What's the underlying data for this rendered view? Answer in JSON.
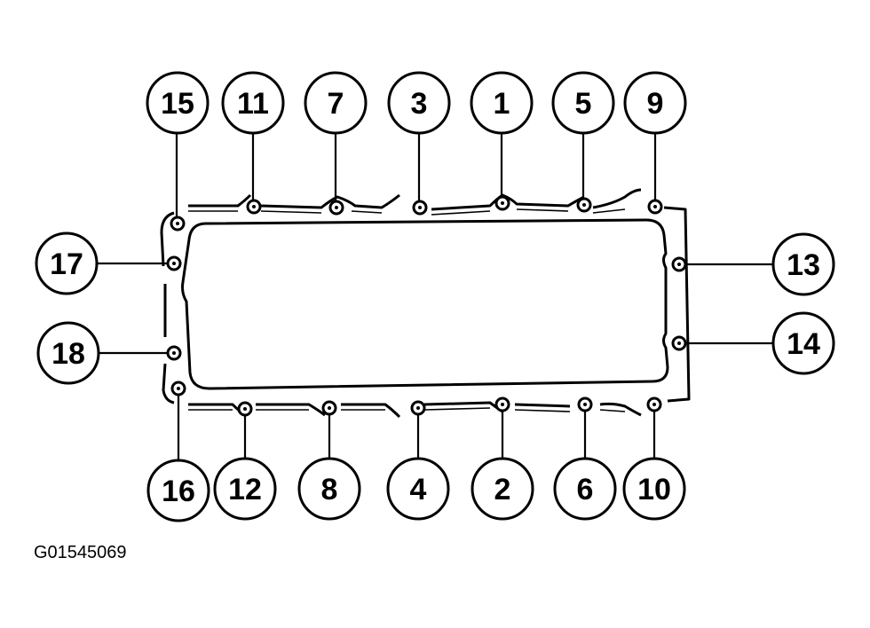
{
  "diagram": {
    "figure_id": "G01545069",
    "callouts_top": [
      "15",
      "11",
      "7",
      "3",
      "1",
      "5",
      "9"
    ],
    "callouts_bottom": [
      "16",
      "12",
      "8",
      "4",
      "2",
      "6",
      "10"
    ],
    "callouts_left": [
      "17",
      "18"
    ],
    "callouts_right": [
      "13",
      "14"
    ]
  }
}
